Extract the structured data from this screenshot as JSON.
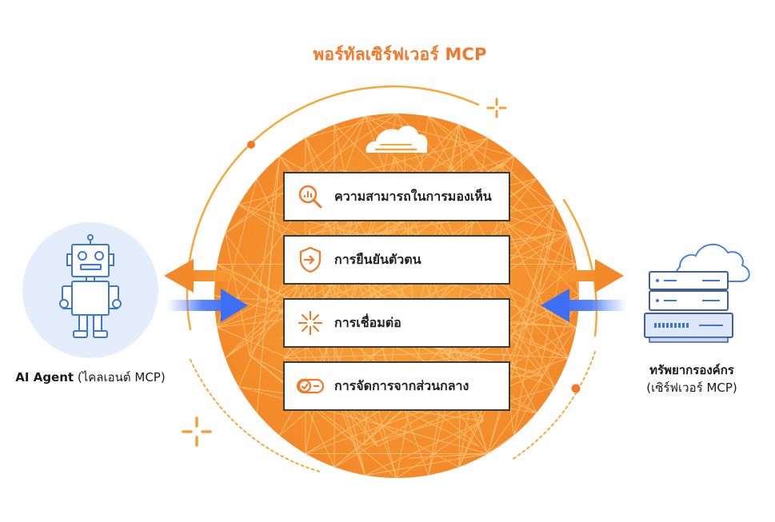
{
  "title": "พอร์ทัลเซิร์ฟเวอร์ MCP",
  "features": [
    {
      "icon": "magnifier-chart-icon",
      "label": "ความสามารถในการมองเห็น"
    },
    {
      "icon": "shield-login-icon",
      "label": "การยืนยันตัวตน"
    },
    {
      "icon": "spark-connection-icon",
      "label": "การเชื่อมต่อ"
    },
    {
      "icon": "toggle-check-icon",
      "label": "การจัดการจากส่วนกลาง"
    }
  ],
  "client": {
    "name": "AI Agent",
    "subtitle": "(ไคลเอนต์ MCP)",
    "icon": "robot-icon"
  },
  "server": {
    "name": "ทรัพยากรองค์กร",
    "subtitle": "(เซิร์ฟเวอร์ MCP)",
    "icon": "server-cloud-icon"
  },
  "center_logo": "cloudflare-cloud-icon",
  "colors": {
    "accent_orange": "#f4782a",
    "circle_orange": "#f7a23a",
    "arrow_blue": "#3d6ff4",
    "client_bg": "#e3edfb",
    "robot_blue": "#3e76d8"
  }
}
